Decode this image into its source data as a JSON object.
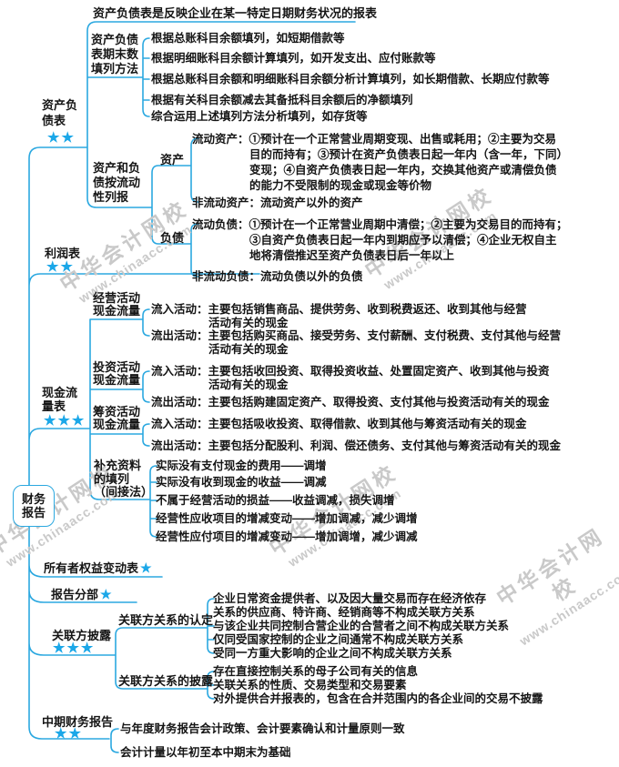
{
  "watermark": {
    "brand": "中华会计网校",
    "url": "www.chinaacc.com"
  },
  "root": {
    "label": "财务\n报告"
  },
  "top_note": "资产负债表是反映企业在某一特定日期财务状况的报表",
  "balance_sheet": {
    "label": "资产负\n债表",
    "stars": "★★",
    "fill_methods": {
      "label": "资产负债\n表期末数\n填列方法",
      "items": [
        "根据总账科目余额填列，如短期借款等",
        "根据明细账科目余额计算填列，如开发支出、应付账款等",
        "根据总账科目余额和明细账科目余额分析计算填列，如长期借款、长期应付款等",
        "根据有关科目余额减去其备抵科目余额后的净额填列",
        "综合运用上述填列方法分析填列，如存货等"
      ]
    },
    "liquidity": {
      "label": "资产和负\n债按流动\n性列报",
      "asset": {
        "label": "资产",
        "current": "流动资产：①预计在一个正常营业周期变现、出售或耗用；②主要为交易\n目的而持有；③预计在资产负债表日起一年内（含一年，下同）\n变现；④自资产负债表日起一年内，交换其他资产或清偿负债\n的能力不受限制的现金或现金等价物",
        "noncurrent": "非流动资产：流动资产以外的资产"
      },
      "liability": {
        "label": "负债",
        "current": "流动负债：①预计在一个正常营业周期中清偿；②主要为交易目的而持有；\n③自资产负债表日起一年内到期应予以清偿；④企业无权自主\n地将清偿推迟至资产负债表日后一年以上",
        "noncurrent": "非流动负债：流动负债以外的负债"
      }
    }
  },
  "income_statement": {
    "label": "利润表",
    "stars": "★★"
  },
  "cash_flow": {
    "label": "现金流\n量表",
    "stars": "★★★",
    "operating": {
      "label": "经营活动\n现金流量",
      "inflow": "流入活动：主要包括销售商品、提供劳务、收到税费返还、收到其他与经营\n活动有关的现金",
      "outflow": "流出活动：主要包括购买商品、接受劳务、支付薪酬、支付税费、支付其他与经营\n活动有关的现金"
    },
    "investing": {
      "label": "投资活动\n现金流量",
      "inflow": "流入活动：主要包括收回投资、取得投资收益、处置固定资产、收到其他与投资\n活动有关的现金",
      "outflow": "流出活动：主要包括购建固定资产、取得投资、支付其他与投资活动有关的现金"
    },
    "financing": {
      "label": "筹资活动\n现金流量",
      "inflow": "流入活动：主要包括吸收投资、取得借款、收到其他与筹资活动有关的现金",
      "outflow": "流出活动：主要包括分配股利、利润、偿还债务、支付其他与筹资活动有关的现金"
    },
    "supplementary": {
      "label": "补充资料\n的填列\n（间接法）",
      "items": [
        "实际没有支付现金的费用——调增",
        "实际没有收到现金的收益——调减",
        "不属于经营活动的损益——收益调减，损失调增",
        "经营性应收项目的增减变动——增加调减，减少调增",
        "经营性应付项目的增减变动——增加调增，减少调减"
      ]
    }
  },
  "equity_changes": {
    "label": "所有者权益变动表",
    "stars": "★"
  },
  "segment_report": {
    "label": "报告分部",
    "stars": "★"
  },
  "related_party": {
    "label": "关联方披露",
    "stars": "★★★",
    "identification": {
      "label": "关联方关系的认定",
      "items": [
        "企业日常资金提供者、以及因大量交易而存在经济依存\n关系的供应商、特许商、经销商等不构成关联方关系",
        "与该企业共同控制合营企业的合营者之间不构成关联方关系",
        "仅同受国家控制的企业之间通常不构成关联方关系",
        "受同一方重大影响的企业之间不构成关联方关系"
      ]
    },
    "disclosure": {
      "label": "关联方关系的披露",
      "items": [
        "存在直接控制关系的母子公司有关的信息",
        "关联关系的性质、交易类型和交易要素",
        "对外提供合并报表的，包含在合并范围内的各企业间的交易不披露"
      ]
    }
  },
  "interim_report": {
    "label": "中期财务报告",
    "stars": "★★",
    "items": [
      "与年度财务报告会计政策、会计要素确认和计量原则一致",
      "会计计量以年初至本中期末为基础"
    ]
  }
}
